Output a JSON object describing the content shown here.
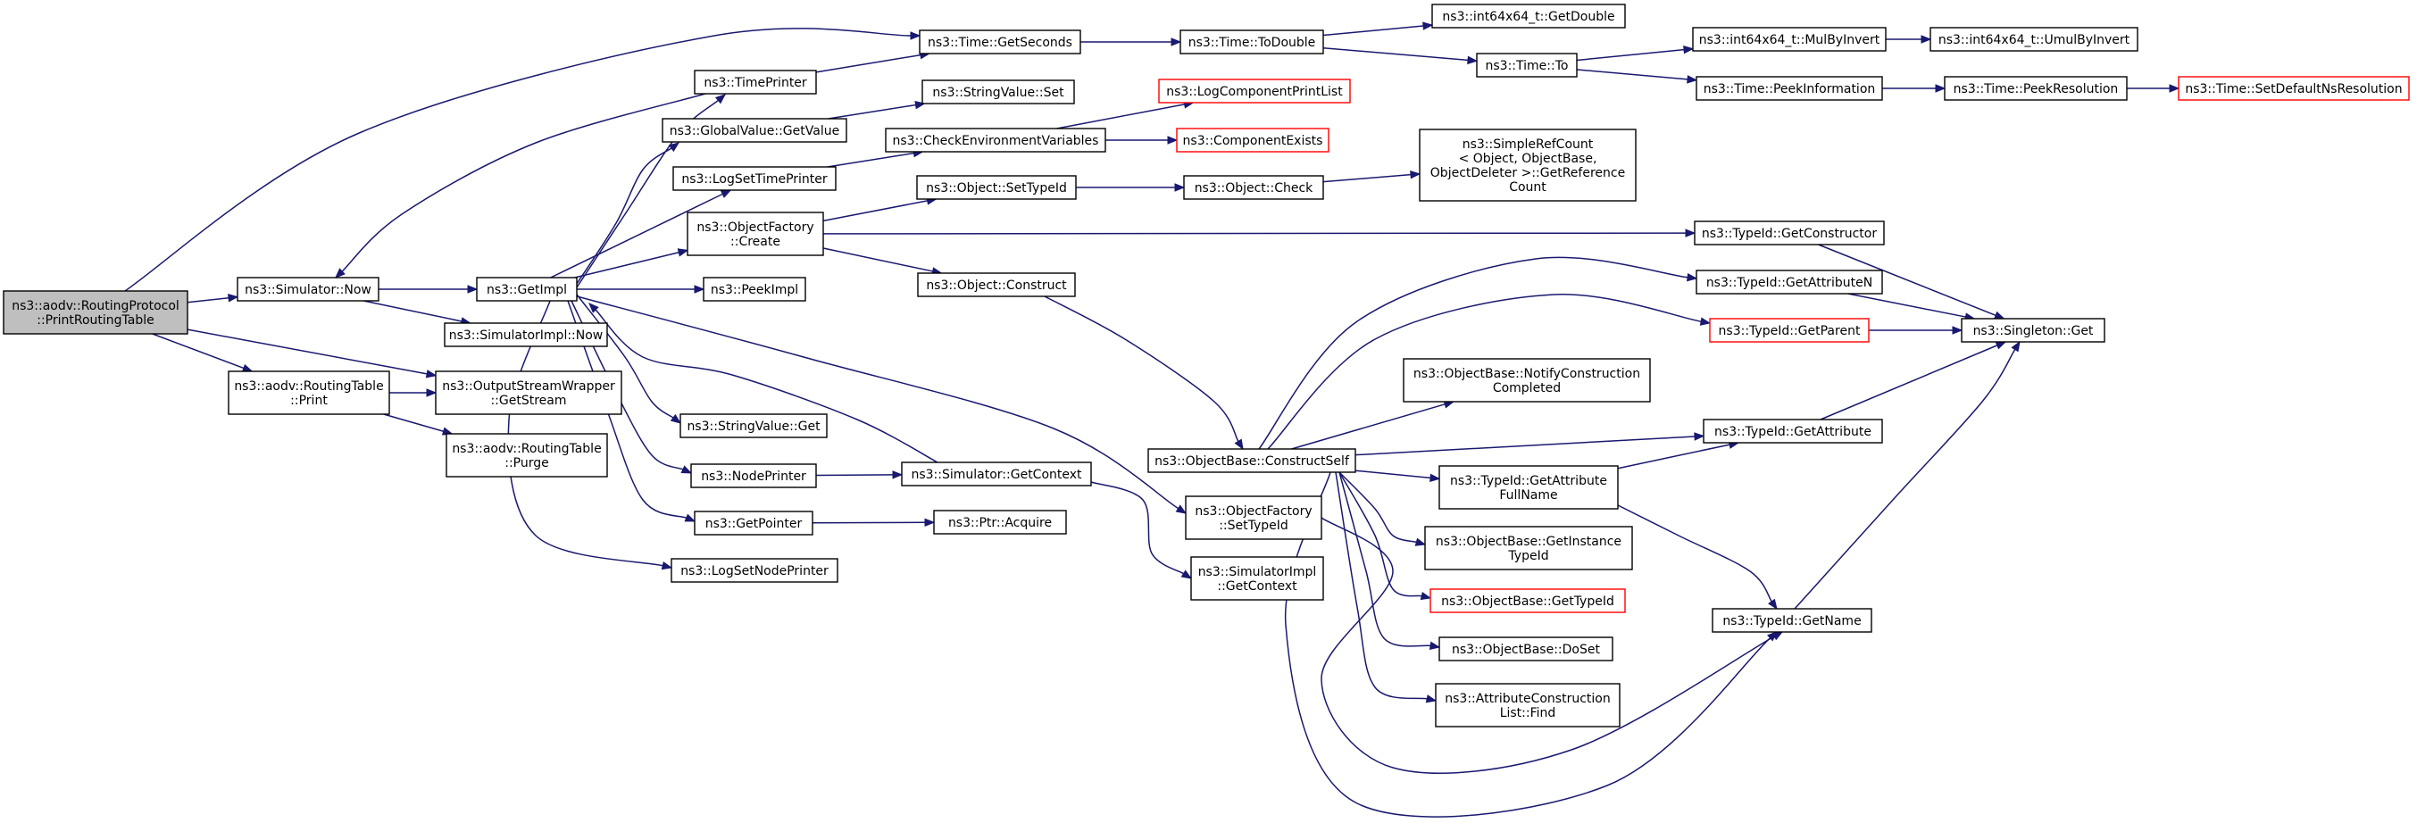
{
  "nodes": {
    "print_routing_table": {
      "lines": [
        "ns3::aodv::RoutingProtocol",
        "::PrintRoutingTable"
      ],
      "kind": "root"
    },
    "time_get_seconds": {
      "lines": [
        "ns3::Time::GetSeconds"
      ]
    },
    "time_to_double": {
      "lines": [
        "ns3::Time::ToDouble"
      ]
    },
    "int64x64_get_double": {
      "lines": [
        "ns3::int64x64_t::GetDouble"
      ]
    },
    "time_to": {
      "lines": [
        "ns3::Time::To"
      ]
    },
    "int64x64_mul_by_invert": {
      "lines": [
        "ns3::int64x64_t::MulByInvert"
      ]
    },
    "int64x64_umul_by_invert": {
      "lines": [
        "ns3::int64x64_t::UmulByInvert"
      ]
    },
    "time_peek_information": {
      "lines": [
        "ns3::Time::PeekInformation"
      ]
    },
    "time_peek_resolution": {
      "lines": [
        "ns3::Time::PeekResolution"
      ]
    },
    "time_set_default_ns_resolution": {
      "lines": [
        "ns3::Time::SetDefaultNsResolution"
      ],
      "kind": "undoc"
    },
    "time_printer": {
      "lines": [
        "ns3::TimePrinter"
      ]
    },
    "string_value_set": {
      "lines": [
        "ns3::StringValue::Set"
      ]
    },
    "log_component_print_list": {
      "lines": [
        "ns3::LogComponentPrintList"
      ],
      "kind": "undoc"
    },
    "global_value_get_value": {
      "lines": [
        "ns3::GlobalValue::GetValue"
      ]
    },
    "check_environment_variables": {
      "lines": [
        "ns3::CheckEnvironmentVariables"
      ]
    },
    "component_exists": {
      "lines": [
        "ns3::ComponentExists"
      ],
      "kind": "undoc"
    },
    "simple_ref_count": {
      "lines": [
        "ns3::SimpleRefCount",
        "< Object, ObjectBase,",
        "ObjectDeleter >::GetReference",
        "Count"
      ]
    },
    "log_set_time_printer": {
      "lines": [
        "ns3::LogSetTimePrinter"
      ]
    },
    "object_set_type_id": {
      "lines": [
        "ns3::Object::SetTypeId"
      ]
    },
    "object_check": {
      "lines": [
        "ns3::Object::Check"
      ]
    },
    "object_factory_create": {
      "lines": [
        "ns3::ObjectFactory",
        "::Create"
      ]
    },
    "type_id_get_constructor": {
      "lines": [
        "ns3::TypeId::GetConstructor"
      ]
    },
    "simulator_now": {
      "lines": [
        "ns3::Simulator::Now"
      ]
    },
    "get_impl": {
      "lines": [
        "ns3::GetImpl"
      ]
    },
    "peek_impl": {
      "lines": [
        "ns3::PeekImpl"
      ]
    },
    "object_construct": {
      "lines": [
        "ns3::Object::Construct"
      ]
    },
    "type_id_get_attribute_n": {
      "lines": [
        "ns3::TypeId::GetAttributeN"
      ]
    },
    "simulator_impl_now": {
      "lines": [
        "ns3::SimulatorImpl::Now"
      ]
    },
    "singleton_get": {
      "lines": [
        "ns3::Singleton::Get"
      ]
    },
    "type_id_get_parent": {
      "lines": [
        "ns3::TypeId::GetParent"
      ],
      "kind": "undoc"
    },
    "routing_table_print": {
      "lines": [
        "ns3::aodv::RoutingTable",
        "::Print"
      ]
    },
    "output_stream_wrapper_get_stream": {
      "lines": [
        "ns3::OutputStreamWrapper",
        "::GetStream"
      ]
    },
    "notify_construction_completed": {
      "lines": [
        "ns3::ObjectBase::NotifyConstruction",
        "Completed"
      ]
    },
    "string_value_get": {
      "lines": [
        "ns3::StringValue::Get"
      ]
    },
    "type_id_get_attribute": {
      "lines": [
        "ns3::TypeId::GetAttribute"
      ]
    },
    "routing_table_purge": {
      "lines": [
        "ns3::aodv::RoutingTable",
        "::Purge"
      ]
    },
    "object_base_construct_self": {
      "lines": [
        "ns3::ObjectBase::ConstructSelf"
      ]
    },
    "node_printer": {
      "lines": [
        "ns3::NodePrinter"
      ]
    },
    "simulator_get_context": {
      "lines": [
        "ns3::Simulator::GetContext"
      ]
    },
    "type_id_get_attribute_full_name": {
      "lines": [
        "ns3::TypeId::GetAttribute",
        "FullName"
      ]
    },
    "object_factory_set_type_id": {
      "lines": [
        "ns3::ObjectFactory",
        "::SetTypeId"
      ]
    },
    "get_pointer": {
      "lines": [
        "ns3::GetPointer"
      ]
    },
    "ptr_acquire": {
      "lines": [
        "ns3::Ptr::Acquire"
      ]
    },
    "get_instance_type_id": {
      "lines": [
        "ns3::ObjectBase::GetInstance",
        "TypeId"
      ]
    },
    "simulator_impl_get_context": {
      "lines": [
        "ns3::SimulatorImpl",
        "::GetContext"
      ]
    },
    "log_set_node_printer": {
      "lines": [
        "ns3::LogSetNodePrinter"
      ]
    },
    "object_base_get_type_id": {
      "lines": [
        "ns3::ObjectBase::GetTypeId"
      ],
      "kind": "undoc"
    },
    "type_id_get_name": {
      "lines": [
        "ns3::TypeId::GetName"
      ]
    },
    "object_base_do_set": {
      "lines": [
        "ns3::ObjectBase::DoSet"
      ]
    },
    "attribute_construction_list_find": {
      "lines": [
        "ns3::AttributeConstruction",
        "List::Find"
      ]
    }
  },
  "edges": [
    [
      "print_routing_table",
      "time_get_seconds"
    ],
    [
      "print_routing_table",
      "simulator_now"
    ],
    [
      "print_routing_table",
      "routing_table_print"
    ],
    [
      "print_routing_table",
      "output_stream_wrapper_get_stream"
    ],
    [
      "time_get_seconds",
      "time_to_double"
    ],
    [
      "time_to_double",
      "int64x64_get_double"
    ],
    [
      "time_to_double",
      "time_to"
    ],
    [
      "time_to",
      "int64x64_mul_by_invert"
    ],
    [
      "time_to",
      "time_peek_information"
    ],
    [
      "int64x64_mul_by_invert",
      "int64x64_umul_by_invert"
    ],
    [
      "time_peek_information",
      "time_peek_resolution"
    ],
    [
      "time_peek_resolution",
      "time_set_default_ns_resolution"
    ],
    [
      "time_printer",
      "time_get_seconds"
    ],
    [
      "time_printer",
      "simulator_now"
    ],
    [
      "simulator_now",
      "get_impl"
    ],
    [
      "simulator_now",
      "simulator_impl_now"
    ],
    [
      "get_impl",
      "time_printer"
    ],
    [
      "get_impl",
      "global_value_get_value"
    ],
    [
      "get_impl",
      "log_set_time_printer"
    ],
    [
      "get_impl",
      "object_factory_create"
    ],
    [
      "get_impl",
      "peek_impl"
    ],
    [
      "get_impl",
      "string_value_get"
    ],
    [
      "get_impl",
      "node_printer"
    ],
    [
      "get_impl",
      "get_pointer"
    ],
    [
      "get_impl",
      "log_set_node_printer"
    ],
    [
      "get_impl",
      "object_factory_set_type_id"
    ],
    [
      "global_value_get_value",
      "string_value_set"
    ],
    [
      "log_set_time_printer",
      "check_environment_variables"
    ],
    [
      "check_environment_variables",
      "log_component_print_list"
    ],
    [
      "check_environment_variables",
      "component_exists"
    ],
    [
      "object_factory_create",
      "object_set_type_id"
    ],
    [
      "object_factory_create",
      "object_construct"
    ],
    [
      "object_factory_create",
      "type_id_get_constructor"
    ],
    [
      "object_set_type_id",
      "object_check"
    ],
    [
      "object_check",
      "simple_ref_count"
    ],
    [
      "object_construct",
      "object_base_construct_self"
    ],
    [
      "type_id_get_constructor",
      "singleton_get"
    ],
    [
      "type_id_get_attribute_n",
      "singleton_get"
    ],
    [
      "type_id_get_parent",
      "singleton_get"
    ],
    [
      "type_id_get_attribute",
      "singleton_get"
    ],
    [
      "type_id_get_name",
      "singleton_get"
    ],
    [
      "routing_table_print",
      "output_stream_wrapper_get_stream"
    ],
    [
      "routing_table_print",
      "routing_table_purge"
    ],
    [
      "node_printer",
      "simulator_get_context"
    ],
    [
      "simulator_get_context",
      "get_impl"
    ],
    [
      "simulator_get_context",
      "simulator_impl_get_context"
    ],
    [
      "get_pointer",
      "ptr_acquire"
    ],
    [
      "object_factory_set_type_id",
      "type_id_get_name"
    ],
    [
      "object_base_construct_self",
      "type_id_get_attribute_n"
    ],
    [
      "object_base_construct_self",
      "type_id_get_parent"
    ],
    [
      "object_base_construct_self",
      "notify_construction_completed"
    ],
    [
      "object_base_construct_self",
      "type_id_get_attribute"
    ],
    [
      "object_base_construct_self",
      "type_id_get_attribute_full_name"
    ],
    [
      "object_base_construct_self",
      "get_instance_type_id"
    ],
    [
      "object_base_construct_self",
      "object_base_get_type_id"
    ],
    [
      "object_base_construct_self",
      "object_base_do_set"
    ],
    [
      "object_base_construct_self",
      "attribute_construction_list_find"
    ],
    [
      "object_base_construct_self",
      "type_id_get_name"
    ],
    [
      "type_id_get_attribute_full_name",
      "type_id_get_attribute"
    ],
    [
      "type_id_get_attribute_full_name",
      "type_id_get_name"
    ]
  ],
  "colors": {
    "edge": "#191970",
    "root_fill": "#bfbfbf",
    "node_border": "#000000",
    "undocumented_border": "#ff0000"
  }
}
